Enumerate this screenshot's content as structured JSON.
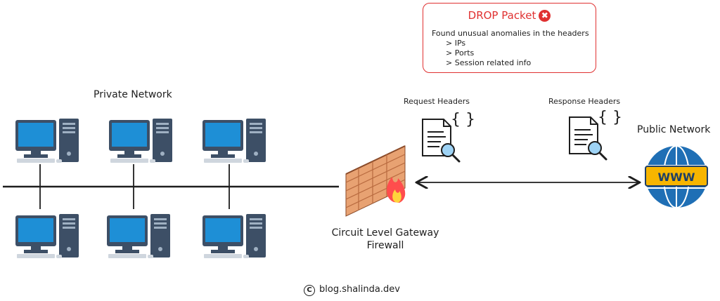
{
  "drop_box": {
    "title": "DROP Packet",
    "close_glyph": "✖",
    "description": "Found unusual anomalies in the headers",
    "items": [
      "> IPs",
      "> Ports",
      "> Session related info"
    ]
  },
  "labels": {
    "private_network": "Private Network",
    "firewall_line1": "Circuit Level Gateway",
    "firewall_line2": "Firewall",
    "request_headers": "Request Headers",
    "response_headers": "Response Headers",
    "public_network": "Public Network",
    "www": "WWW",
    "brace_request": "{ }",
    "brace_response": "{ }"
  },
  "footer": {
    "copyright_symbol": "C",
    "site": "blog.shalinda.dev"
  },
  "icons": {
    "computer": "desktop-computer-icon",
    "firewall": "brick-firewall-icon",
    "document": "document-search-icon",
    "globe": "globe-www-icon"
  },
  "colors": {
    "alert": "#e03131",
    "monitor_screen": "#1e8fd6",
    "tower": "#3d4f66",
    "brick": "#d88a5c",
    "flame": "#ff4d4d",
    "globe": "#1f6fb5",
    "www_banner": "#f7b500"
  }
}
